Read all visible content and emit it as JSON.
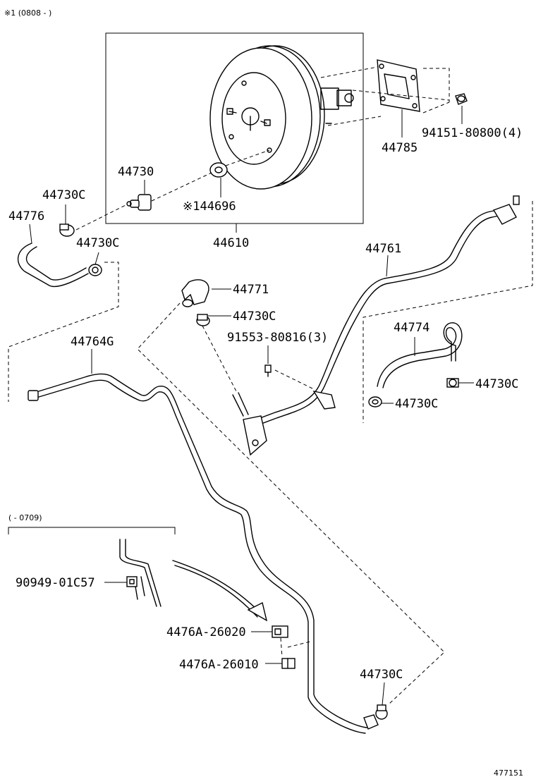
{
  "header_note": "※1 (0808 -  )",
  "date_range_note": "(   - 0709)",
  "figure_number": "477151",
  "callouts": {
    "p44610": "44610",
    "p44785": "44785",
    "p94151": "94151-80800(4)",
    "p44730": "44730",
    "p44696": "※144696",
    "p44730c_a": "44730C",
    "p44776": "44776",
    "p44730c_b": "44730C",
    "p44761": "44761",
    "p44771": "44771",
    "p44730c_c": "44730C",
    "p91553": "91553-80816(3)",
    "p44764g": "44764G",
    "p44774": "44774",
    "p44730c_d": "44730C",
    "p44730c_e": "44730C",
    "p90949": "90949-01C57",
    "p4476a_26020": "4476A-26020",
    "p4476a_26010": "4476A-26010",
    "p44730c_f": "44730C"
  }
}
